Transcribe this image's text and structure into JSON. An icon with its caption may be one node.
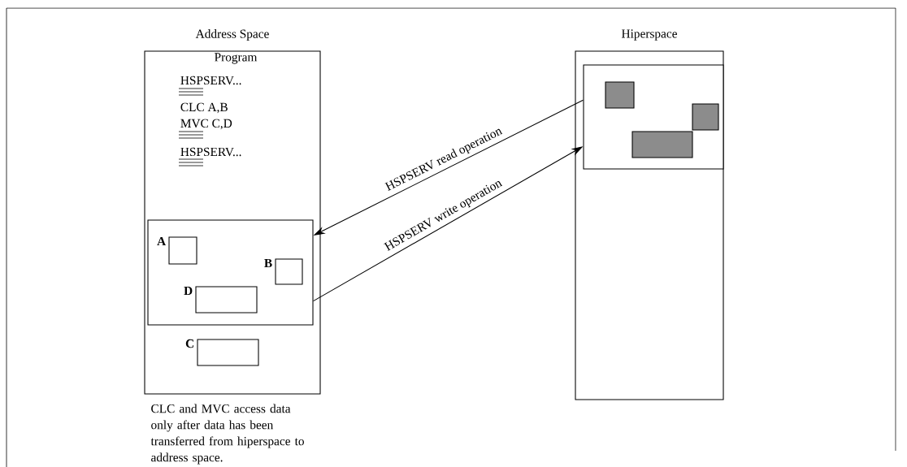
{
  "diagram": {
    "nodes": [
      {
        "text": [
          "Address Space",
          "Program"
        ],
        "beside": [
          "CLC and MVC access data only after data has been transferred from hiperspace to address space."
        ]
      },
      {
        "text": [],
        "shape": "box",
        "in": 0
      },
      {
        "text": [
          "A"
        ],
        "in": 1
      },
      {
        "text": [
          "B"
        ],
        "in": 1
      },
      {
        "text": [
          "D"
        ],
        "in": 1
      },
      {
        "text": [
          "C"
        ],
        "in": 0
      },
      {
        "text": [
          "Hiperspace"
        ]
      },
      {
        "text": [],
        "shape": "box",
        "in": 6
      },
      {
        "text": [],
        "shape": "box",
        "in": 7
      },
      {
        "text": [],
        "shape": "box",
        "in": 7
      },
      {
        "text": [],
        "shape": "box",
        "in": 7
      }
    ],
    "edges": [
      {
        "from": 7,
        "to": 1,
        "arrow": "to",
        "label": "HSPSERV read operation"
      },
      {
        "from": 1,
        "to": 7,
        "arrow": "to",
        "label": "HSPSERV write operation"
      }
    ],
    "labels": [
      "HSPSERV...",
      "CLC A,B",
      "MVC C,D",
      "HSPSERV..."
    ]
  }
}
